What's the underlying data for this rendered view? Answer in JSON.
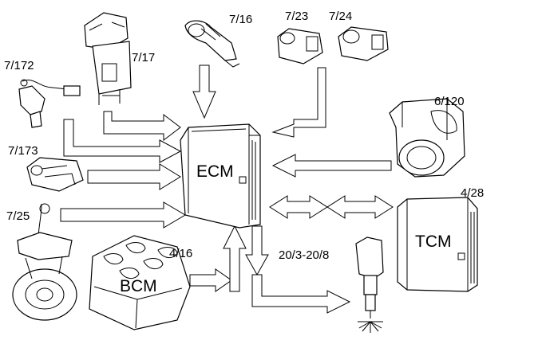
{
  "modules": {
    "ecm": "ECM",
    "bcm": "BCM",
    "tcm": "TCM"
  },
  "component_labels": {
    "maf_sensor": "7/17",
    "coolant_temp_sensor": "7/16",
    "knock_sensor_1": "7/23",
    "knock_sensor_2": "7/24",
    "oxygen_sensor": "7/172",
    "throttle_body": "6/120",
    "pedal_sensor": "7/173",
    "tcm_module": "4/28",
    "crank_sensor": "7/25",
    "bcm_module": "4/16",
    "ignition_coil": "20/3-20/8"
  },
  "colors": {
    "line": "#000000",
    "background": "#ffffff"
  }
}
